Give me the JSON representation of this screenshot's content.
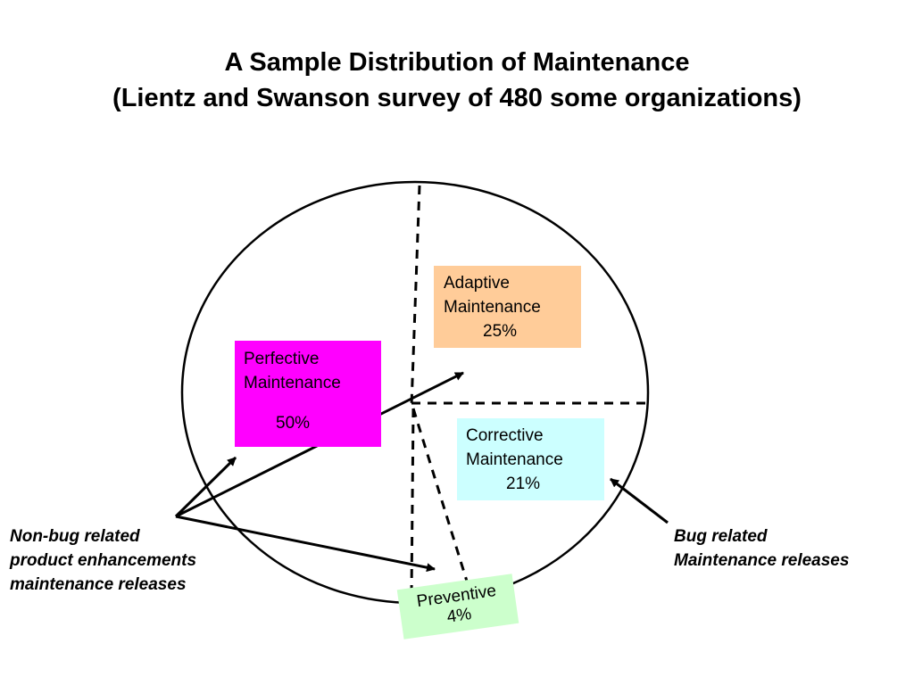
{
  "title": {
    "line1": "A Sample Distribution of Maintenance",
    "line2": "(Lientz and Swanson survey of 480 some organizations)"
  },
  "segments": {
    "perfective": {
      "line1": "Perfective",
      "line2": "Maintenance",
      "percent": "50%"
    },
    "adaptive": {
      "line1": "Adaptive",
      "line2": "Maintenance",
      "percent": "25%"
    },
    "corrective": {
      "line1": "Corrective",
      "line2": "Maintenance",
      "percent": "21%"
    },
    "preventive": {
      "line1": "Preventive",
      "percent": "4%"
    }
  },
  "annotations": {
    "non_bug": {
      "line1": "Non-bug related",
      "line2": "product enhancements",
      "line3": "maintenance releases"
    },
    "bug": {
      "line1": "Bug related",
      "line2": "Maintenance releases"
    }
  },
  "colors": {
    "perfective": "#ff00ff",
    "adaptive": "#ffcc99",
    "corrective": "#ccffff",
    "preventive": "#ccffcc"
  }
}
